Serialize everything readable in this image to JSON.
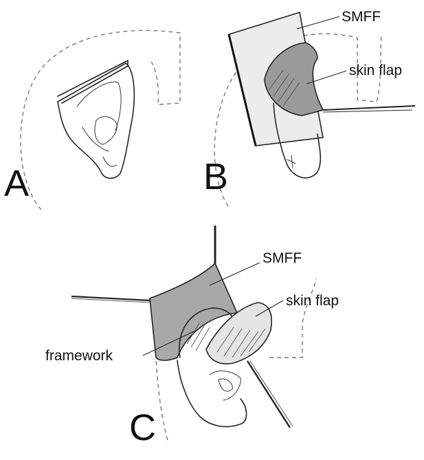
{
  "panels": {
    "a": {
      "letter": "A"
    },
    "b": {
      "letter": "B",
      "label_smff": "SMFF",
      "label_skin_flap": "skin flap"
    },
    "c": {
      "letter": "C",
      "label_smff": "SMFF",
      "label_skin_flap": "skin flap",
      "label_framework": "framework"
    }
  },
  "colors": {
    "ink": "#222222",
    "smff_fill": "#ececec",
    "flap_fill": "#9a9a9a",
    "smff_c_fill": "#a8a8a8",
    "skin_flap_c_fill": "#e4e4e4",
    "outline_dashed": "#777777"
  }
}
